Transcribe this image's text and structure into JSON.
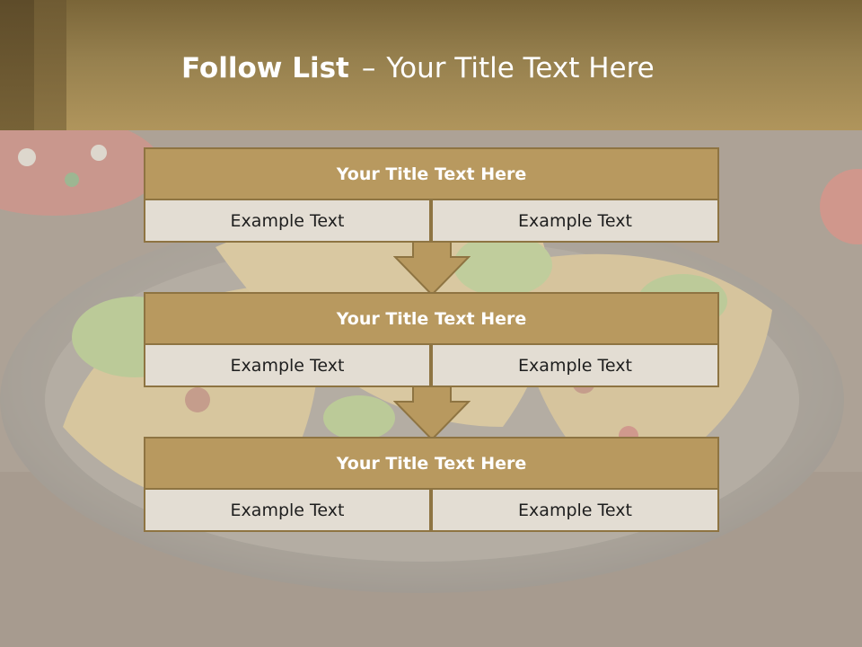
{
  "slide": {
    "title_bold": "Follow List",
    "title_separator": "–",
    "title_rest": "Your Title Text Here"
  },
  "steps": [
    {
      "title": "Your Title Text Here",
      "left_text": "Example Text",
      "right_text": "Example Text"
    },
    {
      "title": "Your Title Text Here",
      "left_text": "Example Text",
      "right_text": "Example Text"
    },
    {
      "title": "Your Title Text Here",
      "left_text": "Example Text",
      "right_text": "Example Text"
    }
  ],
  "colors": {
    "header_gold": "#b0955c",
    "box_gold": "#b8995f",
    "box_border": "#8e7442",
    "cell_fill": "#e3ddd3",
    "arrow_fill": "#b8995f"
  },
  "icons": {
    "connector": "down-arrow-icon"
  }
}
